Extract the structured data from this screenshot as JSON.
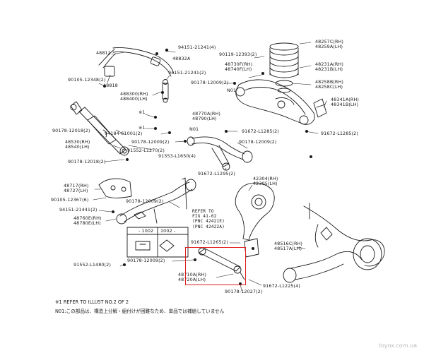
{
  "parts": [
    {
      "id": "p_94151_21241_top",
      "text": "94151-21241(4)"
    },
    {
      "id": "p_48812",
      "text": "48812"
    },
    {
      "id": "p_48832A",
      "text": "48832A"
    },
    {
      "id": "p_94151_21241_mid",
      "text": "94151-21241(2)"
    },
    {
      "id": "p_90105_12348",
      "text": "90105-12348(2)"
    },
    {
      "id": "p_48818",
      "text": "48818"
    },
    {
      "id": "p_488300",
      "text": "488300(RH)\n488400(LH)"
    },
    {
      "id": "p_90119_12393",
      "text": "90119-12393(2)"
    },
    {
      "id": "p_48730F",
      "text": "48730F(RH)\n48740F(LH)"
    },
    {
      "id": "p_90178_12009_a",
      "text": "90178-12009(2)"
    },
    {
      "id": "p_N01_a",
      "text": "N01"
    },
    {
      "id": "p_48257C",
      "text": "48257C(RH)\n48259A(LH)"
    },
    {
      "id": "p_48231A",
      "text": "48231A(RH)\n48231B(LH)"
    },
    {
      "id": "p_48258B",
      "text": "48258B(RH)\n48258C(LH)"
    },
    {
      "id": "p_48341A",
      "text": "48341A(RH)\n48341B(LH)"
    },
    {
      "id": "p_90178_12018_a",
      "text": "90178-12018(2)"
    },
    {
      "id": "p_94184_61001",
      "text": "94184-61001(2)"
    },
    {
      "id": "p_x1_a",
      "text": "※1"
    },
    {
      "id": "p_x1_b",
      "text": "※1"
    },
    {
      "id": "p_48770A",
      "text": "48770A(RH)\n48790(LH)"
    },
    {
      "id": "p_N01_b",
      "text": "N01"
    },
    {
      "id": "p_91672_L1285",
      "text": "91672-L1285(2)"
    },
    {
      "id": "p_91672_L1285_b",
      "text": "91672-L1285(2)"
    },
    {
      "id": "p_48530",
      "text": "48530(RH)\n48540(LH)"
    },
    {
      "id": "p_90178_12009_b",
      "text": "90178-12009(2)"
    },
    {
      "id": "p_91552_L1270",
      "text": "91552-L1270(2)"
    },
    {
      "id": "p_90178_12009_c",
      "text": "90178-12009(2)"
    },
    {
      "id": "p_90178_12018_b",
      "text": "90178-12018(2)"
    },
    {
      "id": "p_91553_L1650",
      "text": "91553-L1650(4)"
    },
    {
      "id": "p_91672_L1295",
      "text": "91672-L1295(2)"
    },
    {
      "id": "p_42304",
      "text": "42304(RH)\n42305(LH)"
    },
    {
      "id": "p_48717",
      "text": "48717(RH)\n48727(LH)"
    },
    {
      "id": "p_90105_12367",
      "text": "90105-12367(6)"
    },
    {
      "id": "p_94151_21441",
      "text": "94151-21441(2)"
    },
    {
      "id": "p_48760E",
      "text": "48760E(RH)\n48780E(LH)"
    },
    {
      "id": "p_90178_12009_d",
      "text": "90178-12009(2)"
    },
    {
      "id": "p_refer",
      "text": "REFER TO\nFIG 41-02\n(PNC 42421E)\n(PNC 42422A)"
    },
    {
      "id": "p_91672_L1265",
      "text": "91672-L1265(2)"
    },
    {
      "id": "p_48516C",
      "text": "48516C(RH)\n48517A(LH)"
    },
    {
      "id": "p_91552_L1480",
      "text": "91552-L1480(2)"
    },
    {
      "id": "p_90178_12009_e",
      "text": "90178-12009(2)"
    },
    {
      "id": "p_48710A",
      "text": "48710A(RH)\n48720A(LH)"
    },
    {
      "id": "p_91672_L1225",
      "text": "91672-L1225(4)"
    },
    {
      "id": "p_90178_12027",
      "text": "90178-12027(2)"
    }
  ],
  "inset": {
    "left_label": "- 1002",
    "right_label": "1002 -"
  },
  "notes": {
    "line1": "※1 REFER TO ILLUST NO.2 OF 2",
    "line2": "N01:この部品は、構造上分解・組付けが困難なため、単品では補給していません"
  },
  "watermark": "toyox.com.ua",
  "colors": {
    "ink": "#1a1a1a",
    "highlight": "#e02020",
    "watermark": "#b9b9b9"
  }
}
